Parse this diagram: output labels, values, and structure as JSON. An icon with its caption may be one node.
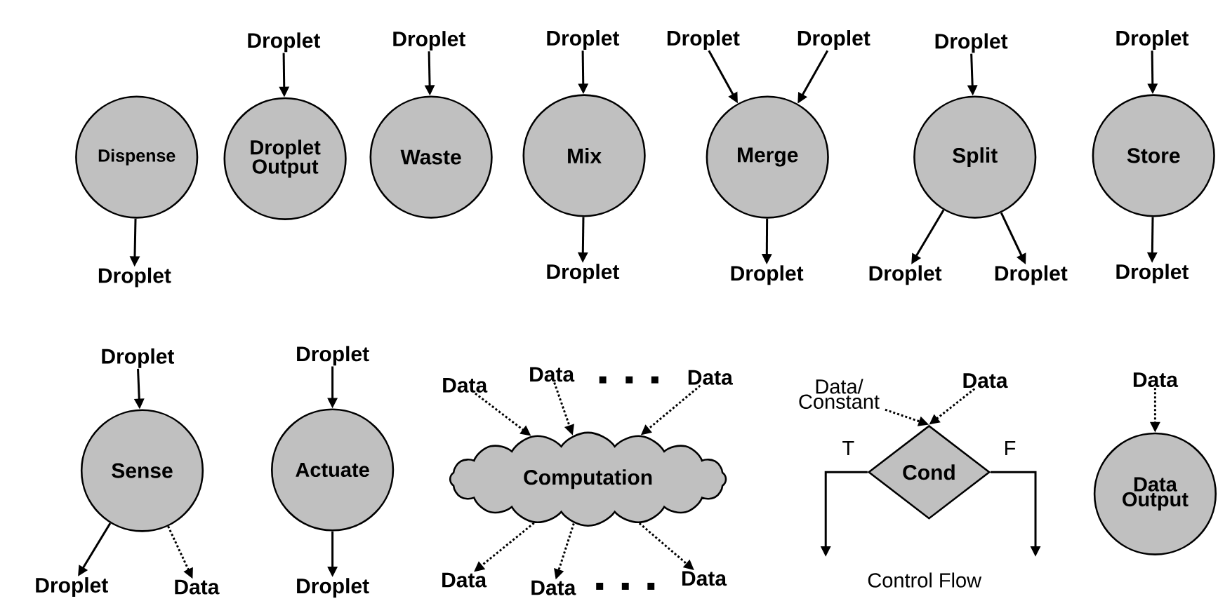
{
  "diagram": {
    "nodes": [
      {
        "text": [
          "Dispense"
        ]
      },
      {
        "text": [
          "Droplet"
        ]
      },
      {
        "text": [
          "Droplet"
        ]
      },
      {
        "text": [
          "Droplet Output"
        ]
      },
      {
        "text": [
          "Droplet"
        ]
      },
      {
        "text": [
          "Waste"
        ]
      },
      {
        "text": [
          "Droplet"
        ]
      },
      {
        "text": [
          "Mix"
        ]
      },
      {
        "text": [
          "Droplet"
        ]
      },
      {
        "text": [
          "Droplet"
        ]
      },
      {
        "text": [
          "Droplet"
        ]
      },
      {
        "text": [
          "Merge"
        ]
      },
      {
        "text": [
          "Droplet"
        ]
      },
      {
        "text": [
          "Droplet"
        ]
      },
      {
        "text": [
          "Split"
        ]
      },
      {
        "text": [
          "Droplet"
        ]
      },
      {
        "text": [
          "Droplet"
        ]
      },
      {
        "text": [
          "Droplet"
        ]
      },
      {
        "text": [
          "Store"
        ]
      },
      {
        "text": [
          "Droplet"
        ]
      },
      {
        "text": [
          "Droplet"
        ]
      },
      {
        "text": [
          "Sense"
        ]
      },
      {
        "text": [
          "Droplet"
        ]
      },
      {
        "text": [
          "Data"
        ]
      },
      {
        "text": [
          "Droplet"
        ]
      },
      {
        "text": [
          "Actuate"
        ]
      },
      {
        "text": [
          "Droplet"
        ]
      },
      {
        "text": [
          "Data"
        ]
      },
      {
        "text": [
          "Data"
        ]
      },
      {
        "text": [
          "Data"
        ]
      },
      {
        "text": [
          "Computation"
        ]
      },
      {
        "text": [
          "Data"
        ]
      },
      {
        "text": [
          "Data"
        ]
      },
      {
        "text": [
          "Data"
        ]
      },
      {
        "text": [
          "Data/ Constant"
        ]
      },
      {
        "text": [
          "Data"
        ]
      },
      {
        "text": [
          "Cond"
        ]
      },
      {
        "text": [
          "Data"
        ]
      },
      {
        "text": [
          "Data Output"
        ]
      }
    ],
    "edges": [
      {
        "from": 0,
        "to": 1,
        "arrow": "to"
      },
      {
        "from": 2,
        "to": 3,
        "arrow": "to"
      },
      {
        "from": 4,
        "to": 5,
        "arrow": "to"
      },
      {
        "from": 6,
        "to": 7,
        "arrow": "to"
      },
      {
        "from": 7,
        "to": 8,
        "arrow": "to"
      },
      {
        "from": 9,
        "to": 11,
        "arrow": "to"
      },
      {
        "from": 10,
        "to": 11,
        "arrow": "to"
      },
      {
        "from": 11,
        "to": 12,
        "arrow": "to"
      },
      {
        "from": 13,
        "to": 14,
        "arrow": "to"
      },
      {
        "from": 14,
        "to": 15,
        "arrow": "to"
      },
      {
        "from": 14,
        "to": 16,
        "arrow": "to"
      },
      {
        "from": 17,
        "to": 18,
        "arrow": "to"
      },
      {
        "from": 18,
        "to": 19,
        "arrow": "to"
      },
      {
        "from": 20,
        "to": 21,
        "arrow": "to"
      },
      {
        "from": 21,
        "to": 22,
        "arrow": "to"
      },
      {
        "from": 21,
        "to": 23,
        "arrow": "to",
        "style": "dashed"
      },
      {
        "from": 24,
        "to": 25,
        "arrow": "to"
      },
      {
        "from": 25,
        "to": 26,
        "arrow": "to"
      },
      {
        "from": 27,
        "to": 30,
        "arrow": "to",
        "style": "dashed"
      },
      {
        "from": 28,
        "to": 30,
        "arrow": "to",
        "style": "dashed"
      },
      {
        "from": 29,
        "to": 30,
        "arrow": "to",
        "style": "dashed"
      },
      {
        "from": 30,
        "to": 31,
        "arrow": "to",
        "style": "dashed"
      },
      {
        "from": 30,
        "to": 32,
        "arrow": "to",
        "style": "dashed"
      },
      {
        "from": 30,
        "to": 33,
        "arrow": "to",
        "style": "dashed"
      },
      {
        "from": 34,
        "to": 36,
        "arrow": "to",
        "style": "dashed"
      },
      {
        "from": 35,
        "to": 36,
        "arrow": "to",
        "style": "dashed"
      },
      {
        "from": 36,
        "to": null,
        "arrow": "to",
        "label": "T"
      },
      {
        "from": 36,
        "to": null,
        "arrow": "to",
        "label": "F"
      },
      {
        "from": 37,
        "to": 38,
        "arrow": "to",
        "style": "dashed"
      }
    ],
    "labels": [
      "Control Flow"
    ]
  }
}
